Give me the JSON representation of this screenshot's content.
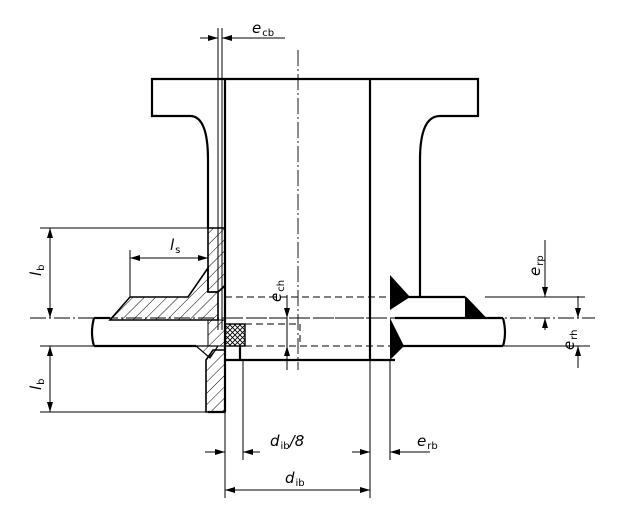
{
  "labels": {
    "e_cb": {
      "main": "e",
      "sub": "cb"
    },
    "l_s": {
      "main": "l",
      "sub": "s"
    },
    "l_b_upper": {
      "main": "l",
      "sub": "b"
    },
    "l_b_lower": {
      "main": "l",
      "sub": "b"
    },
    "e_ch": {
      "main": "e",
      "sub": "ch"
    },
    "e_rp": {
      "main": "e",
      "sub": "rp"
    },
    "e_rh": {
      "main": "e",
      "sub": "rh"
    },
    "e_rb": {
      "main": "e",
      "sub": "rb"
    },
    "d_ib_8": {
      "main": "d",
      "sub": "ib",
      "suffix": "/8"
    },
    "d_ib": {
      "main": "d",
      "sub": "ib"
    }
  }
}
